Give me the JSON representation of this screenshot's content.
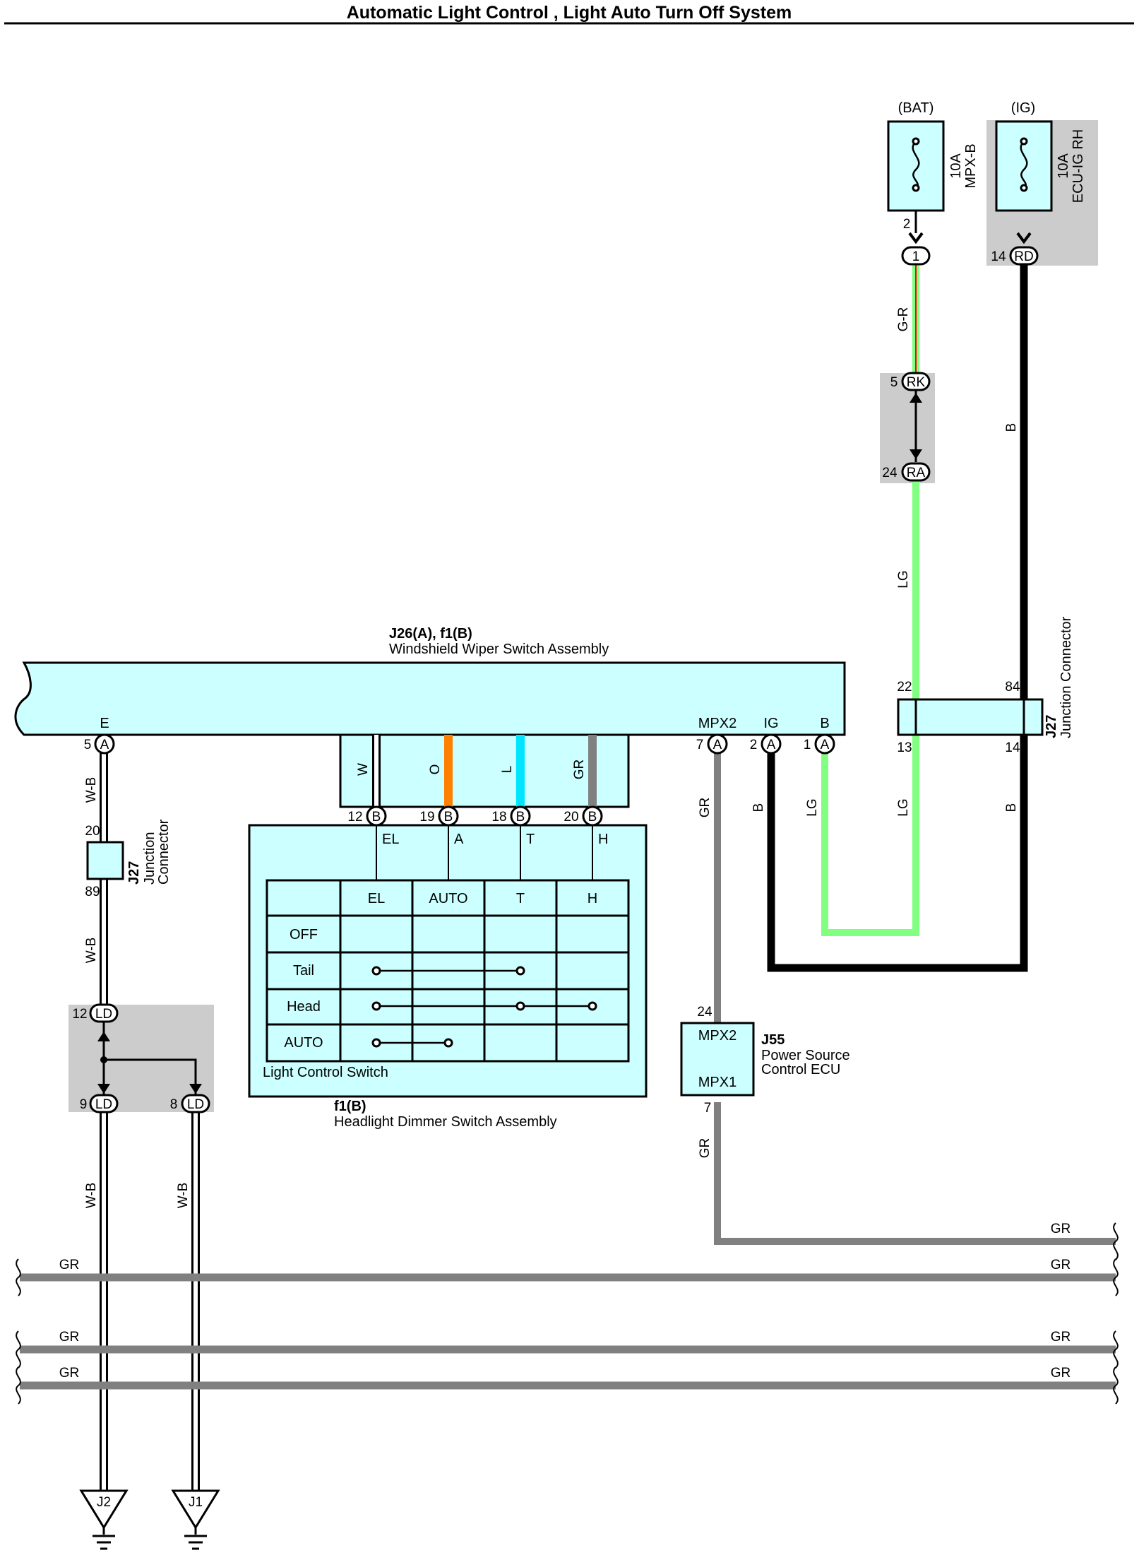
{
  "title": "Automatic Light Control , Light Auto Turn Off System",
  "power_sources": {
    "bat": {
      "label": "(BAT)",
      "fuse_amps": "10A",
      "fuse_name": "MPX-B",
      "pin": "2",
      "connector": "1"
    },
    "ig": {
      "label": "(IG)",
      "fuse_amps": "10A",
      "fuse_name": "ECU-IG RH",
      "pin": "14",
      "connector": "RD"
    }
  },
  "inline_connector": {
    "top_pin": "5",
    "top_code": "RK",
    "bottom_pin": "24",
    "bottom_code": "RA"
  },
  "wiper_assembly": {
    "code": "J26(A), f1(B)",
    "name": "Windshield Wiper Switch Assembly",
    "terminals": [
      {
        "label": "E",
        "pin": "5",
        "conn": "A"
      },
      {
        "label": "MPX2",
        "pin": "7",
        "conn": "A"
      },
      {
        "label": "IG",
        "pin": "2",
        "conn": "A"
      },
      {
        "label": "B",
        "pin": "1",
        "conn": "A"
      }
    ],
    "b_connector_pins": [
      {
        "pin": "12",
        "conn": "B",
        "wire": "W",
        "terminal": "EL"
      },
      {
        "pin": "19",
        "conn": "B",
        "wire": "O",
        "terminal": "A"
      },
      {
        "pin": "18",
        "conn": "B",
        "wire": "L",
        "terminal": "T"
      },
      {
        "pin": "20",
        "conn": "B",
        "wire": "GR",
        "terminal": "H"
      }
    ]
  },
  "dimmer_assembly": {
    "code": "f1(B)",
    "name": "Headlight Dimmer Switch Assembly",
    "switch_label": "Light Control Switch",
    "table_headers": [
      "EL",
      "AUTO",
      "T",
      "H"
    ],
    "table_rows": [
      "OFF",
      "Tail",
      "Head",
      "AUTO"
    ]
  },
  "j27_right": {
    "code": "J27",
    "name": "Junction Connector",
    "pins": {
      "top_left": "22",
      "top_right": "84",
      "bottom_left": "13",
      "bottom_right": "14"
    }
  },
  "j27_left": {
    "code": "J27",
    "name_line1": "Junction",
    "name_line2": "Connector",
    "pin_top": "20",
    "pin_bottom": "89"
  },
  "j55": {
    "code": "J55",
    "name_line1": "Power Source",
    "name_line2": "Control ECU",
    "pin_in": "24",
    "pin_out": "7",
    "term_top": "MPX2",
    "term_bottom": "MPX1"
  },
  "ld_connector": {
    "top_pin": "12",
    "code": "LD",
    "left_pin": "9",
    "right_pin": "8"
  },
  "wire_colors": {
    "wb": "W-B",
    "gr": "GR",
    "lg": "LG",
    "b": "B",
    "gr_red": "G-R"
  },
  "grounds": [
    "J2",
    "J1"
  ],
  "colors": {
    "component_fill": "#ccffff",
    "connector_grey": "#cccccc",
    "lg_wire": "#80ff80",
    "l_wire": "#00e5ff",
    "o_wire": "#ff8000",
    "gr_wire": "#808080",
    "b_wire": "#000000"
  }
}
